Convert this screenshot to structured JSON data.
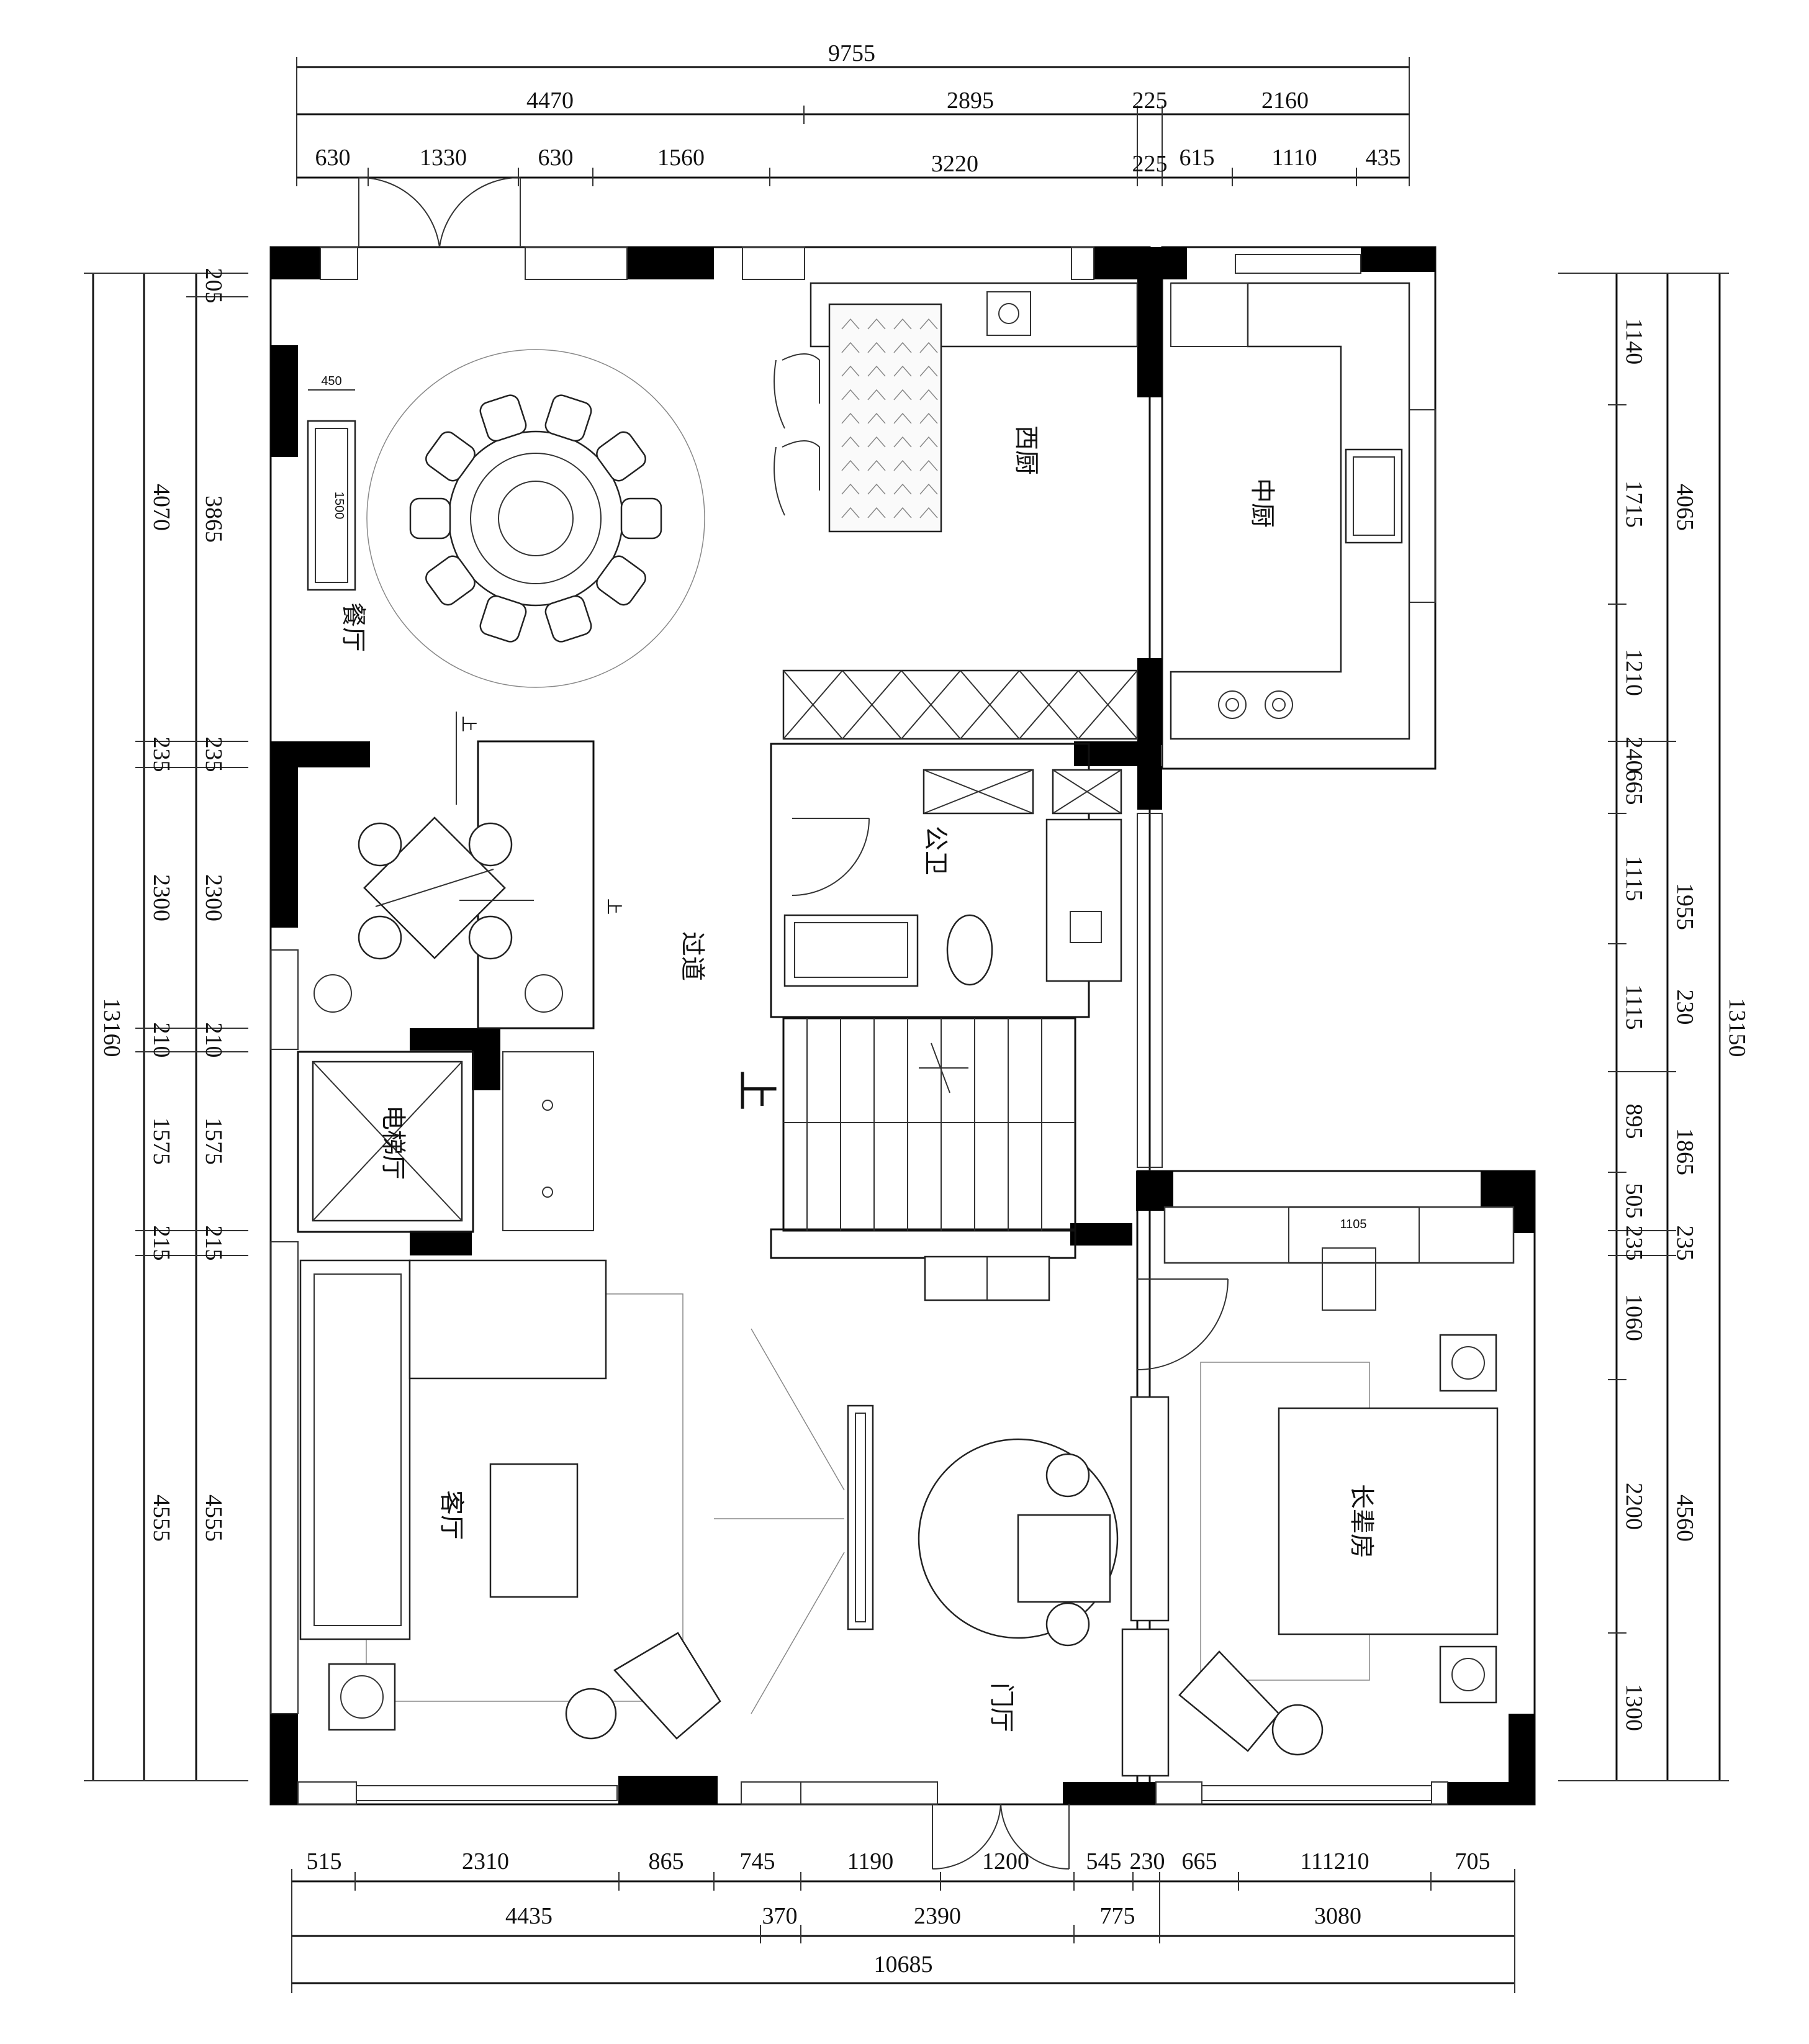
{
  "rooms": {
    "dining": "餐厅",
    "west_kitchen": "西厨",
    "chinese_kitchen": "中厨",
    "public_wc": "公卫",
    "corridor": "过道",
    "elevator_hall": "电梯厅",
    "living": "客厅",
    "foyer": "门厅",
    "elder_room": "长辈房",
    "stair_up_1": "上",
    "stair_up_2": "上",
    "stair_up_3": "上"
  },
  "dims": {
    "top_total": "9755",
    "top_mid": [
      "4470",
      "2895",
      "225",
      "2160"
    ],
    "top_inner_a": [
      "630",
      "1330",
      "630",
      "1560"
    ],
    "top_inner_b": [
      "3220",
      "225",
      "615",
      "1110",
      "435"
    ],
    "bottom_inner": [
      "515",
      "2310",
      "865",
      "745",
      "1190",
      "1200",
      "545",
      "230",
      "665",
      "111210",
      "705"
    ],
    "bottom_mid": [
      "4435",
      "370",
      "2390",
      "775",
      "3080"
    ],
    "bottom_total": "10685",
    "left_total": "13160",
    "left_mid": [
      "4070",
      "235",
      "2300",
      "210",
      "1575",
      "215",
      "4555"
    ],
    "left_inner": [
      "205",
      "3865",
      "235",
      "2300",
      "210",
      "1575",
      "215",
      "4555"
    ],
    "right_inner": [
      "1140",
      "1715",
      "1210",
      "240",
      "665",
      "1115",
      "1115",
      "895",
      "505",
      "235",
      "1060",
      "2200",
      "1300"
    ],
    "right_mid": [
      "4065",
      "1955",
      "230",
      "1865",
      "235",
      "4560"
    ],
    "right_total": "13150",
    "furniture": [
      "450",
      "1500",
      "1105"
    ]
  }
}
